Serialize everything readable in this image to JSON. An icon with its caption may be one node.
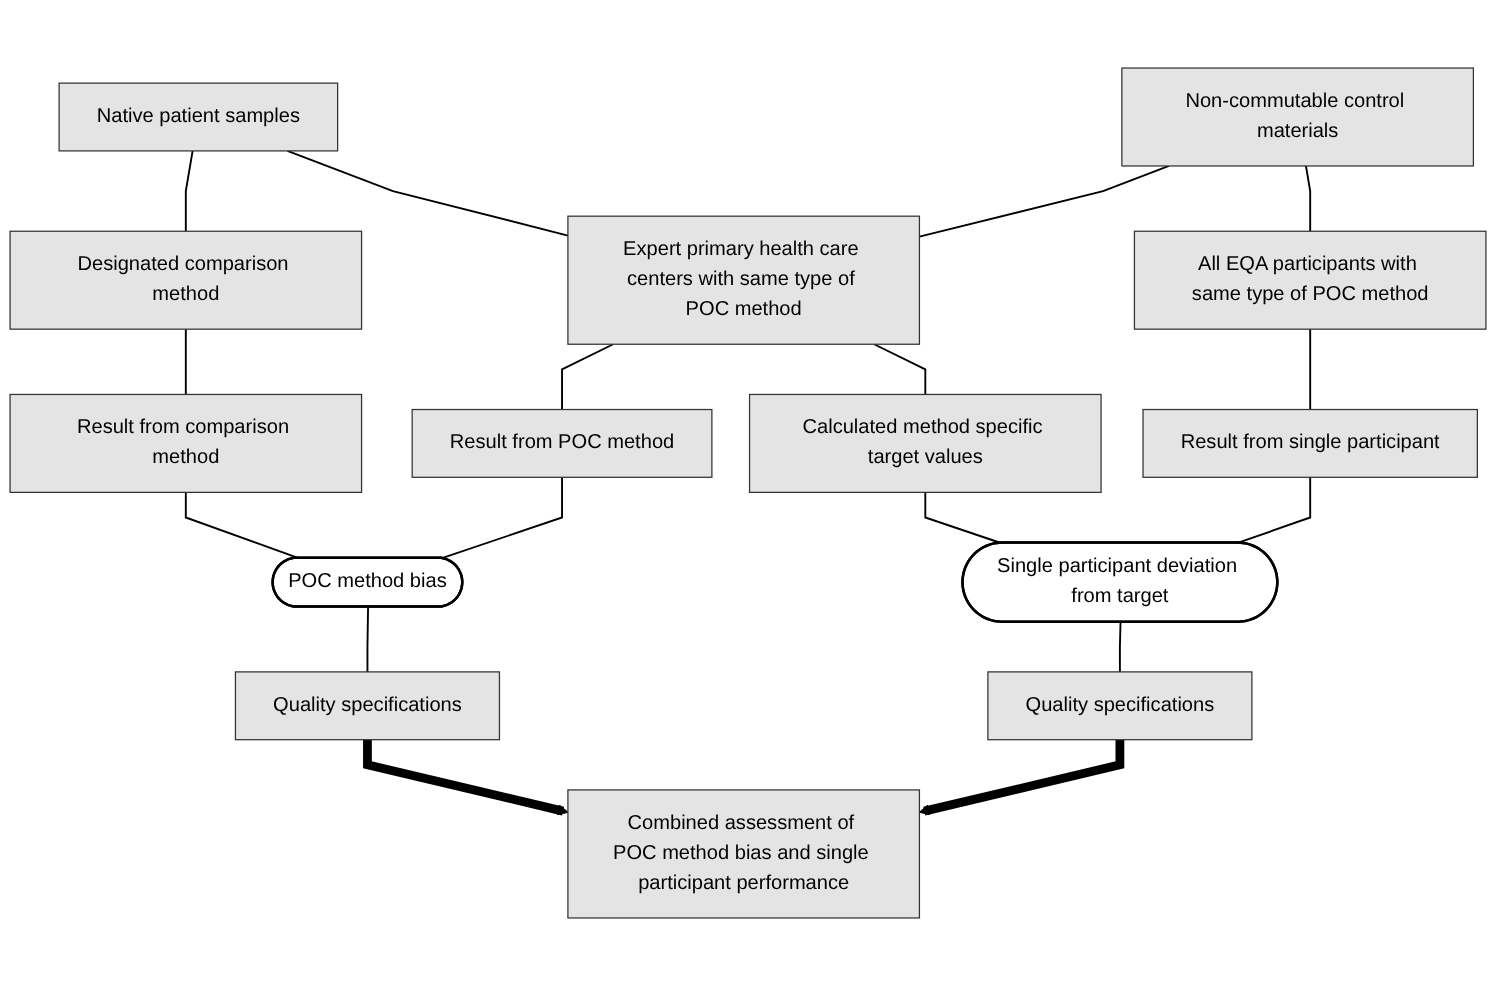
{
  "diagram": {
    "nodes": [
      {
        "text": [
          "Native patient samples"
        ]
      },
      {
        "text": [
          "Non-commutable control materials"
        ]
      },
      {
        "text": [
          "Designated comparison method"
        ]
      },
      {
        "text": [
          "Expert primary health care centers with same type of POC method"
        ]
      },
      {
        "text": [
          "All EQA participants with same type of POC method"
        ]
      },
      {
        "text": [
          "Result from comparison method"
        ]
      },
      {
        "text": [
          "Result from POC method"
        ]
      },
      {
        "text": [
          "Calculated method specific target values"
        ]
      },
      {
        "text": [
          "Result from single participant"
        ]
      },
      {
        "text": [
          "POC method bias"
        ]
      },
      {
        "text": [
          "Single participant deviation from target"
        ]
      },
      {
        "text": [
          "Quality specifications"
        ]
      },
      {
        "text": [
          "Quality specifications"
        ]
      },
      {
        "text": [
          "Combined assessment of POC method bias and single participant performance"
        ]
      }
    ],
    "edges": [
      {
        "from": 0,
        "to": 2,
        "arrow": "none"
      },
      {
        "from": 0,
        "to": 3,
        "arrow": "none"
      },
      {
        "from": 1,
        "to": 3,
        "arrow": "none"
      },
      {
        "from": 1,
        "to": 4,
        "arrow": "none"
      },
      {
        "from": 2,
        "to": 5,
        "arrow": "none"
      },
      {
        "from": 3,
        "to": 6,
        "arrow": "none"
      },
      {
        "from": 3,
        "to": 7,
        "arrow": "none"
      },
      {
        "from": 4,
        "to": 8,
        "arrow": "none"
      },
      {
        "from": 5,
        "to": 9,
        "arrow": "none"
      },
      {
        "from": 6,
        "to": 9,
        "arrow": "none"
      },
      {
        "from": 7,
        "to": 10,
        "arrow": "none"
      },
      {
        "from": 8,
        "to": 10,
        "arrow": "none"
      },
      {
        "from": 9,
        "to": 11,
        "arrow": "none"
      },
      {
        "from": 10,
        "to": 12,
        "arrow": "none"
      },
      {
        "from": 11,
        "to": 13,
        "arrow": "to",
        "style": "thick"
      },
      {
        "from": 12,
        "to": 13,
        "arrow": "to",
        "style": "thick"
      }
    ]
  }
}
